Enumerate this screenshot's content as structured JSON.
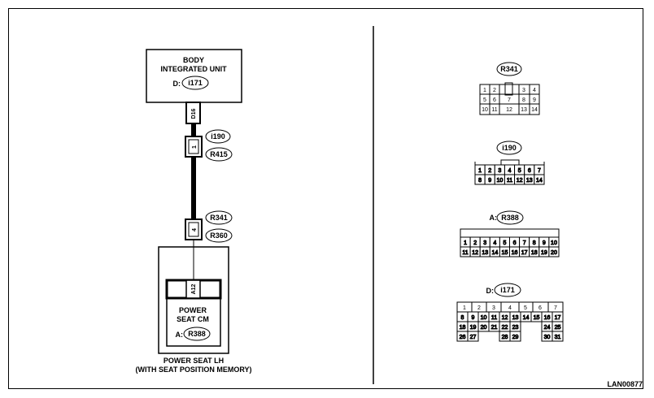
{
  "wiring": {
    "biu_title_1": "BODY",
    "biu_title_2": "INTEGRATED UNIT",
    "biu_prefix": "D:",
    "biu_connector": "i171",
    "pin_d16": "D16",
    "i190": "i190",
    "pin_1": "1",
    "r415": "R415",
    "r341": "R341",
    "pin_4": "4",
    "r360": "R360",
    "pin_a12": "A12",
    "seat_cm_1": "POWER",
    "seat_cm_2": "SEAT CM",
    "seat_prefix": "A:",
    "seat_connector": "R388",
    "power_seat_1": "POWER SEAT LH",
    "power_seat_2": "(WITH SEAT POSITION MEMORY)"
  },
  "connectors": {
    "r341": {
      "label": "R341",
      "row1": [
        "1",
        "2",
        "3",
        "4"
      ],
      "row2": [
        "5",
        "6",
        "7",
        "8",
        "9"
      ],
      "row3": [
        "10",
        "11",
        "12",
        "13",
        "14"
      ]
    },
    "i190": {
      "label": "i190",
      "row1": [
        "1",
        "2",
        "3",
        "4",
        "5",
        "6",
        "7"
      ],
      "row2": [
        "8",
        "9",
        "10",
        "11",
        "12",
        "13",
        "14"
      ]
    },
    "r388": {
      "prefix": "A:",
      "label": "R388",
      "row1": [
        "1",
        "2",
        "3",
        "4",
        "5",
        "6",
        "7",
        "8",
        "9",
        "10"
      ],
      "row2": [
        "11",
        "12",
        "13",
        "14",
        "15",
        "16",
        "17",
        "18",
        "19",
        "20"
      ]
    },
    "i171": {
      "prefix": "D:",
      "label": "i171",
      "top": [
        "1",
        "2",
        "3",
        "4",
        "5",
        "6",
        "7"
      ],
      "r1": [
        "8",
        "9",
        "10",
        "11",
        "12",
        "13",
        "14",
        "15",
        "16",
        "17"
      ],
      "r2": [
        "18",
        "19",
        "20",
        "21",
        "22",
        "23",
        "24",
        "25"
      ],
      "r3": [
        "26",
        "27",
        "28",
        "29",
        "30",
        "31"
      ]
    }
  },
  "code": "LAN00877"
}
